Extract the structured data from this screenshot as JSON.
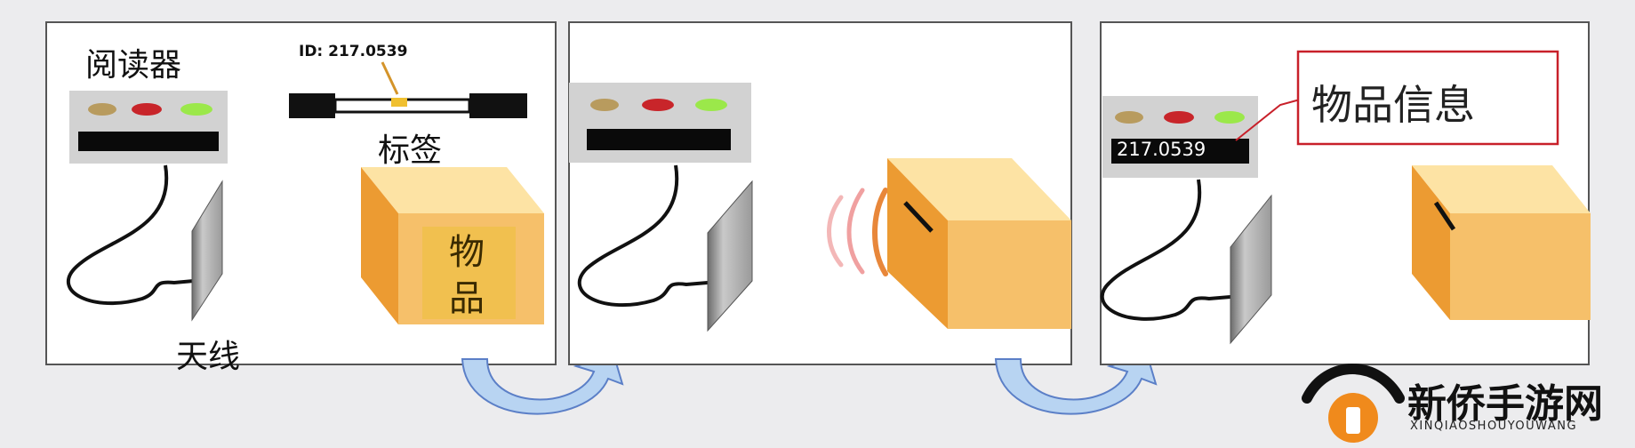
{
  "labels": {
    "reader": "阅读器",
    "tag_id": "ID: 217.0539",
    "tag": "标签",
    "antenna": "天线",
    "item": "物品",
    "display_value": "217.0539",
    "item_info": "物品信息"
  },
  "brand": {
    "name": "新侨手游网",
    "sub": "XINQIAOSHOUYOUWANG"
  },
  "colors": {
    "panel_bg": "#ffffff",
    "panel_border": "#555555",
    "reader_body": "#d2d2d2",
    "led_tan": "#b89b5e",
    "led_red": "#c8252a",
    "led_green": "#9be84a",
    "box_front": "#f6c06a",
    "box_top": "#fde3a4",
    "box_side": "#ec9b32",
    "arrow_fill": "#b8d4f2",
    "arrow_stroke": "#5b7fc7",
    "callout_border": "#c8202a",
    "brand_orange": "#f08a1c"
  },
  "icons": {
    "brand_logo": "house-wifi-icon",
    "signal": "radio-wave-icon"
  }
}
